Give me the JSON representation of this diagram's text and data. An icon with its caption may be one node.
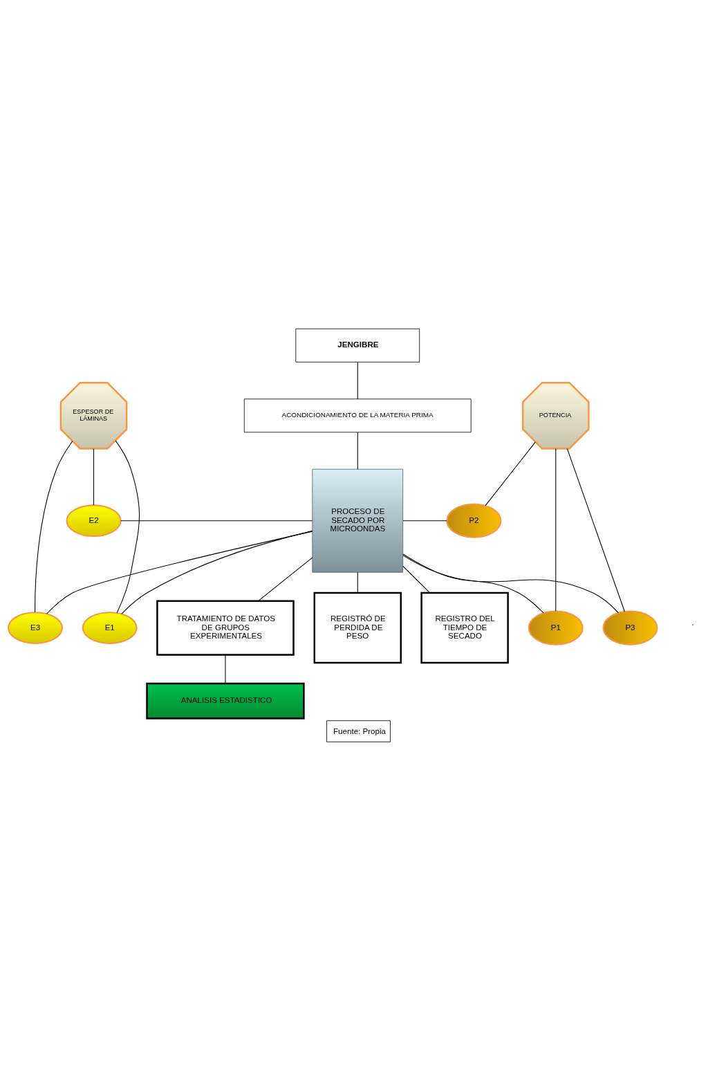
{
  "diagram": {
    "caption": "Fuente: Propia",
    "nodes": [
      {
        "text": [
          "JENGIBRE"
        ]
      },
      {
        "text": [
          "ACONDICIONAMIENTO DE LA MATERIA PRIMA"
        ]
      },
      {
        "text": [
          "ESPESOR DE LÁMINAS"
        ]
      },
      {
        "text": [
          "POTENCIA"
        ]
      },
      {
        "text": [
          "E1"
        ]
      },
      {
        "text": [
          "P1"
        ]
      },
      {
        "text": [
          "PROCESO DE SECADO POR MICROONDAS"
        ]
      },
      {
        "text": [
          "E2"
        ]
      },
      {
        "text": [
          "P2"
        ]
      },
      {
        "text": [
          "E3"
        ]
      },
      {
        "text": [
          "P3"
        ]
      },
      {
        "text": [
          "REGISTRÓ DE PERDIDA DE PESO"
        ]
      },
      {
        "text": [
          "REGISTRO DEL TIEMPO DE SECADO"
        ]
      },
      {
        "text": [
          "TRATAMIENTO DE DATOS DE GRUPOS EXPERIMENTALES"
        ]
      },
      {
        "text": [
          "ANALISIS ESTADISTICO"
        ]
      }
    ],
    "edges": [
      {
        "from": 0,
        "to": 1,
        "arrow": "none"
      },
      {
        "from": 1,
        "to": 6,
        "arrow": "none"
      },
      {
        "from": 2,
        "to": 4,
        "arrow": "none"
      },
      {
        "from": 2,
        "to": 7,
        "arrow": "none"
      },
      {
        "from": 2,
        "to": 9,
        "arrow": "none"
      },
      {
        "from": 3,
        "to": 5,
        "arrow": "none"
      },
      {
        "from": 3,
        "to": 8,
        "arrow": "none"
      },
      {
        "from": 3,
        "to": 10,
        "arrow": "none"
      },
      {
        "from": 4,
        "to": 6,
        "arrow": "none"
      },
      {
        "from": 7,
        "to": 6,
        "arrow": "none"
      },
      {
        "from": 9,
        "to": 6,
        "arrow": "none"
      },
      {
        "from": 6,
        "to": 5,
        "arrow": "none"
      },
      {
        "from": 6,
        "to": 8,
        "arrow": "none"
      },
      {
        "from": 6,
        "to": 10,
        "arrow": "none"
      },
      {
        "from": 6,
        "to": 11,
        "arrow": "none"
      },
      {
        "from": 6,
        "to": 12,
        "arrow": "none"
      },
      {
        "from": 6,
        "to": 13,
        "arrow": "none"
      },
      {
        "from": 13,
        "to": 14,
        "arrow": "none"
      }
    ],
    "labels": [
      "´"
    ]
  }
}
